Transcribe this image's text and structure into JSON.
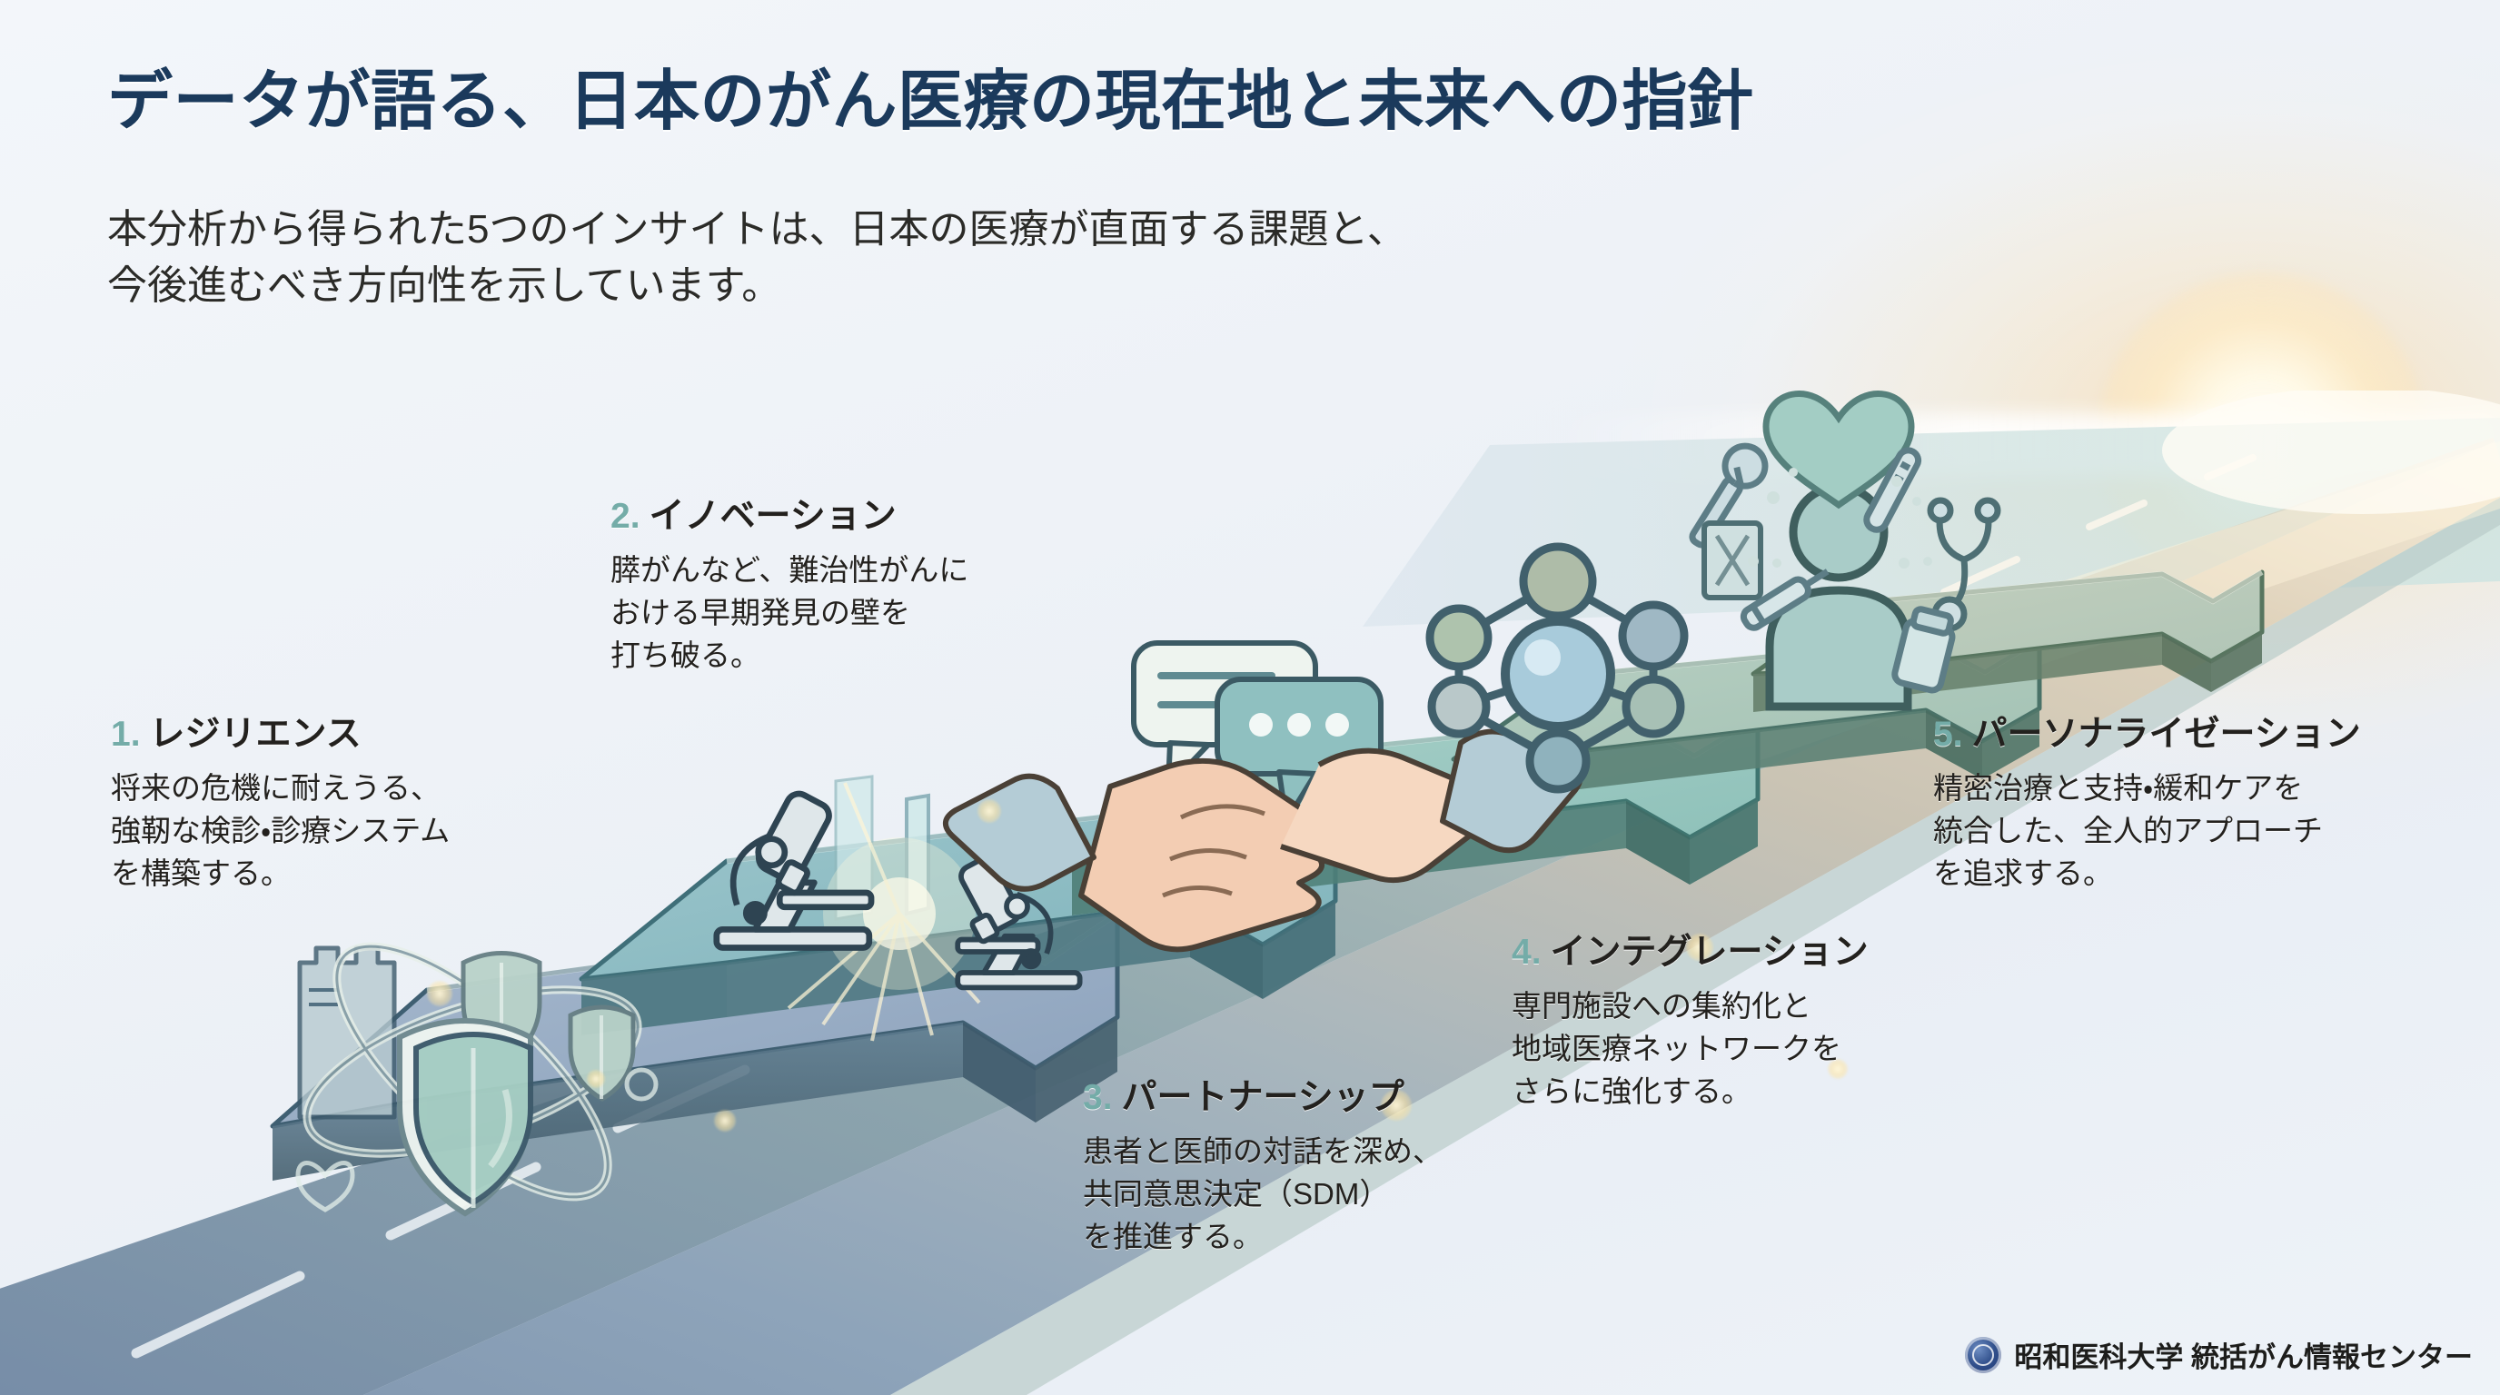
{
  "header": {
    "title": "データが語る、日本のがん医療の現在地と未来への指針",
    "subtitle_line1": "本分析から得られた5つのインサイトは、日本の医療が直面する課題と、",
    "subtitle_line2": "今後進むべき方向性を示しています。",
    "title_color": "#1b3a5c",
    "subtitle_color": "#2b2b28"
  },
  "accent_color": "#74aca8",
  "steps": [
    {
      "number": "1.",
      "title": "レジリエンス",
      "body_line1": "将来の危機に耐えうる、",
      "body_line2": "強靭な検診・診療システム",
      "body_line3": "を構築する。",
      "icon": "shield-atom-icon"
    },
    {
      "number": "2.",
      "title": "イノベーション",
      "body_line1": "膵がんなど、難治性がんに",
      "body_line2": "おける早期発見の壁を",
      "body_line3": "打ち破る。",
      "icon": "microscope-icon"
    },
    {
      "number": "3.",
      "title": "パートナーシップ",
      "body_line1": "患者と医師の対話を深め、",
      "body_line2": "共同意思決定（SDM）",
      "body_line3": "を推進する。",
      "icon": "handshake-icon"
    },
    {
      "number": "4.",
      "title": "インテグレーション",
      "body_line1": "専門施設への集約化と",
      "body_line2": "地域医療ネットワークを",
      "body_line3": "さらに強化する。",
      "icon": "network-icon"
    },
    {
      "number": "5.",
      "title": "パーソナライゼーション",
      "body_line1": "精密治療と支持・緩和ケアを",
      "body_line2": "統合した、全人的アプローチ",
      "body_line3": "を追求する。",
      "icon": "patient-care-icon"
    }
  ],
  "footer": {
    "organization": "昭和医科大学 統括がん情報センター",
    "emblem": "university-seal-icon"
  }
}
